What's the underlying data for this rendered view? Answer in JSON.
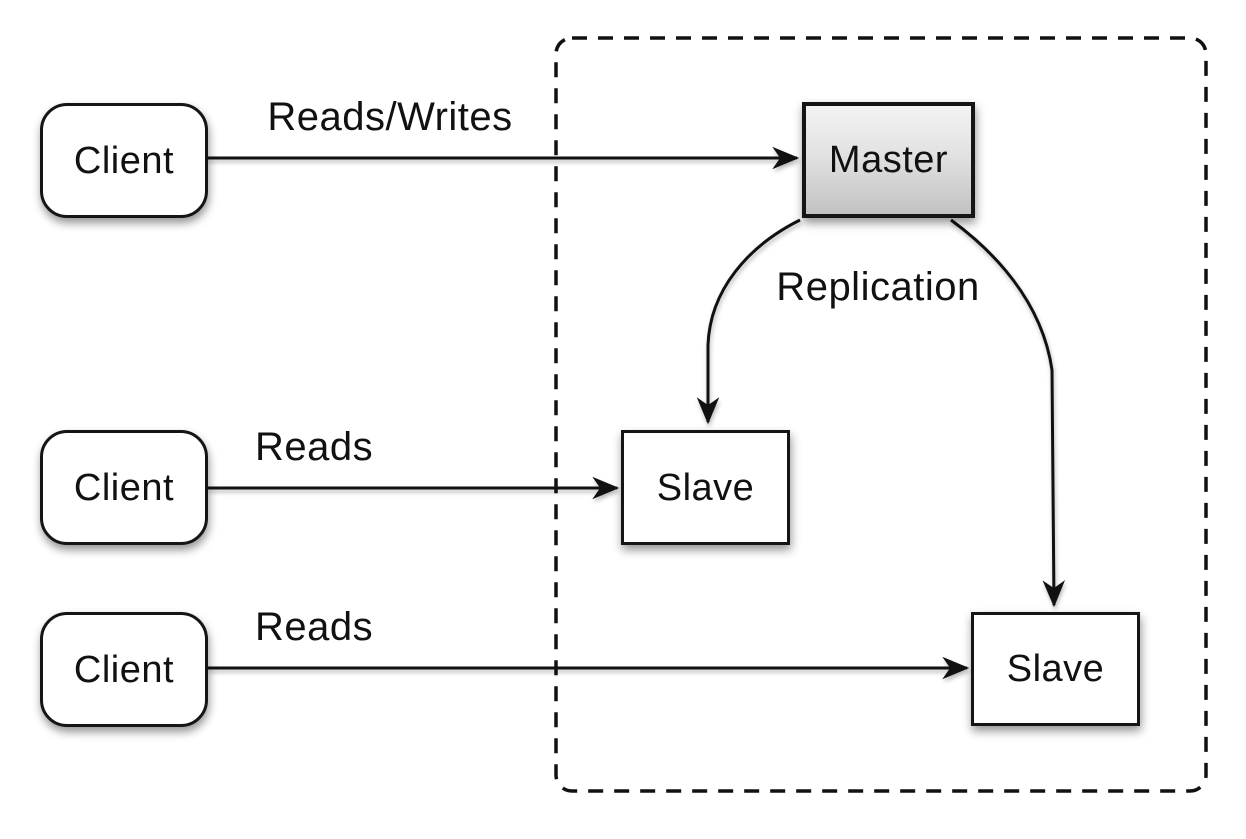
{
  "diagram": {
    "background": "#ffffff",
    "stroke_color": "#111111",
    "nodes": {
      "client1": {
        "label": "Client",
        "shape": "rounded-rectangle",
        "fill": "#ffffff"
      },
      "client2": {
        "label": "Client",
        "shape": "rounded-rectangle",
        "fill": "#ffffff"
      },
      "client3": {
        "label": "Client",
        "shape": "rounded-rectangle",
        "fill": "#ffffff"
      },
      "master": {
        "label": "Master",
        "shape": "rectangle",
        "fill_top": "#f3f3f3",
        "fill_bottom": "#c2c2c2"
      },
      "slave1": {
        "label": "Slave",
        "shape": "rectangle",
        "fill": "#ffffff"
      },
      "slave2": {
        "label": "Slave",
        "shape": "rectangle",
        "fill": "#ffffff"
      }
    },
    "edges": {
      "client1_to_master": {
        "label": "Reads/Writes",
        "from": "client1",
        "to": "master",
        "style": "straight-arrow"
      },
      "client2_to_slave1": {
        "label": "Reads",
        "from": "client2",
        "to": "slave1",
        "style": "straight-arrow"
      },
      "client3_to_slave2": {
        "label": "Reads",
        "from": "client3",
        "to": "slave2",
        "style": "straight-arrow"
      },
      "master_to_slave1": {
        "label": "Replication",
        "from": "master",
        "to": "slave1",
        "style": "curved-arrow"
      },
      "master_to_slave2": {
        "label": "",
        "from": "master",
        "to": "slave2",
        "style": "curved-arrow"
      }
    },
    "cluster": {
      "style": "dashed-rounded-rectangle",
      "contains": "master, slave1, slave2"
    }
  }
}
